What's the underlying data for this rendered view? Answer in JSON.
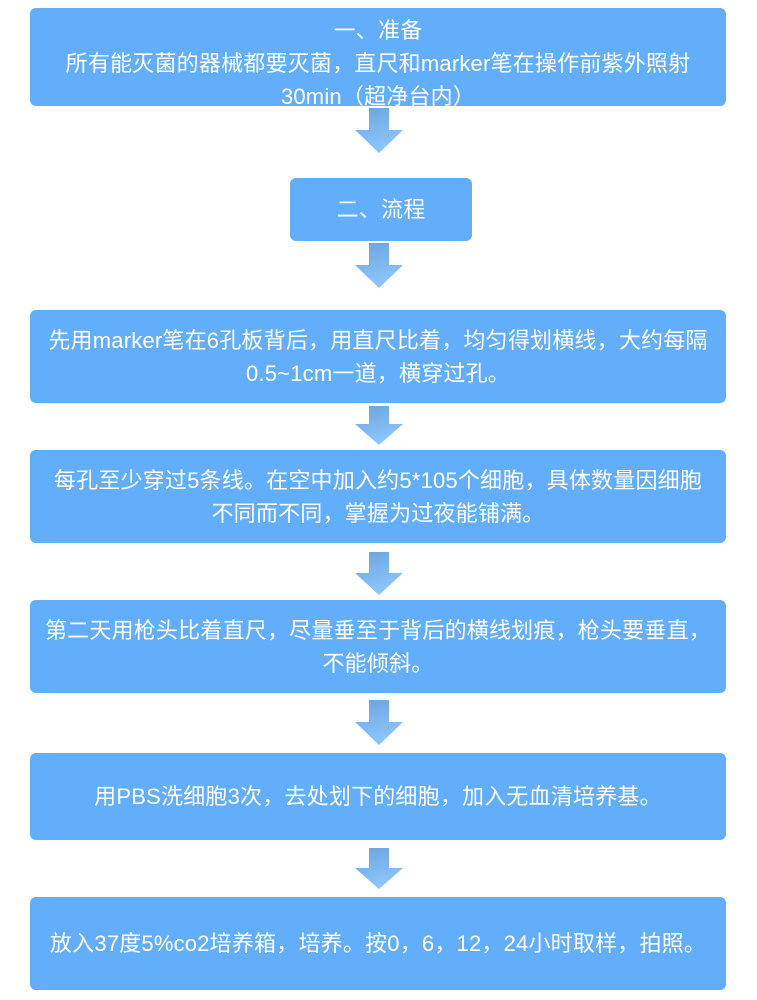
{
  "page": {
    "title": "细胞划痕实验流程图",
    "background_color": "#ffffff",
    "node_color": "#62aefa",
    "text_color": "#ffffff",
    "arrow_color_top": "#6ba3dd",
    "arrow_color_bottom": "#86c2fb"
  },
  "nodes": [
    {
      "id": "prep",
      "name": "node-preparation",
      "text": "一、准备\n所有能灭菌的器械都要灭菌，直尺和marker笔在操作前紫外照射30min（超净台内）"
    },
    {
      "id": "process-header",
      "name": "node-process-header",
      "text": "二、流程"
    },
    {
      "id": "step-1",
      "name": "node-step-draw-lines",
      "text": "先用marker笔在6孔板背后，用直尺比着，均匀得划横线，大约每隔0.5~1cm一道，横穿过孔。"
    },
    {
      "id": "step-2",
      "name": "node-step-seed-cells",
      "text": "每孔至少穿过5条线。在空中加入约5*105个细胞，具体数量因细胞不同而不同，掌握为过夜能铺满。"
    },
    {
      "id": "step-3",
      "name": "node-step-scratch",
      "text": "第二天用枪头比着直尺，尽量垂至于背后的横线划痕，枪头要垂直，不能倾斜。"
    },
    {
      "id": "step-4",
      "name": "node-step-wash",
      "text": "用PBS洗细胞3次，去处划下的细胞，加入无血清培养基。"
    },
    {
      "id": "step-5",
      "name": "node-step-incubate",
      "text": "放入37度5%co2培养箱，培养。按0，6，12，24小时取样，拍照。"
    }
  ],
  "arrows": [
    {
      "id": "arrow-1",
      "name": "arrow-prep-to-process"
    },
    {
      "id": "arrow-2",
      "name": "arrow-process-to-step-1"
    },
    {
      "id": "arrow-3",
      "name": "arrow-step-1-to-step-2"
    },
    {
      "id": "arrow-4",
      "name": "arrow-step-2-to-step-3"
    },
    {
      "id": "arrow-5",
      "name": "arrow-step-3-to-step-4"
    },
    {
      "id": "arrow-6",
      "name": "arrow-step-4-to-step-5"
    }
  ]
}
